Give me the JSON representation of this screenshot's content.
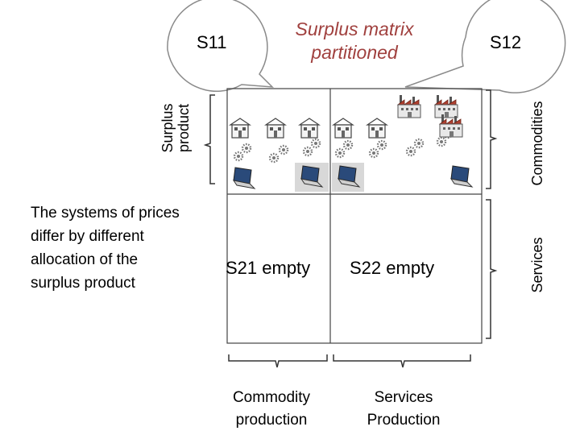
{
  "title": "Surplus matrix\npartitioned",
  "bubbles": {
    "s11": "S11",
    "s12": "S12"
  },
  "row_labels": {
    "surplus_product": "Surplus\nproduct",
    "commodities": "Commodities",
    "services": "Services"
  },
  "cells": {
    "s21": "S21 empty",
    "s22": "S22 empty"
  },
  "description": "The systems of prices\ndiffer by different\nallocation of the\nsurplus product",
  "column_labels": {
    "commodity_production": "Commodity\nproduction",
    "services_production": "Services\nProduction"
  },
  "colors": {
    "title": "#a0403e",
    "factory_roof": "#b04030",
    "gear": "#888888",
    "laptop_screen": "#2a4a7a"
  },
  "icons": [
    "speech-bubble-icon",
    "house-icon",
    "gear-icon",
    "factory-icon",
    "laptop-icon",
    "curly-brace-icon"
  ]
}
